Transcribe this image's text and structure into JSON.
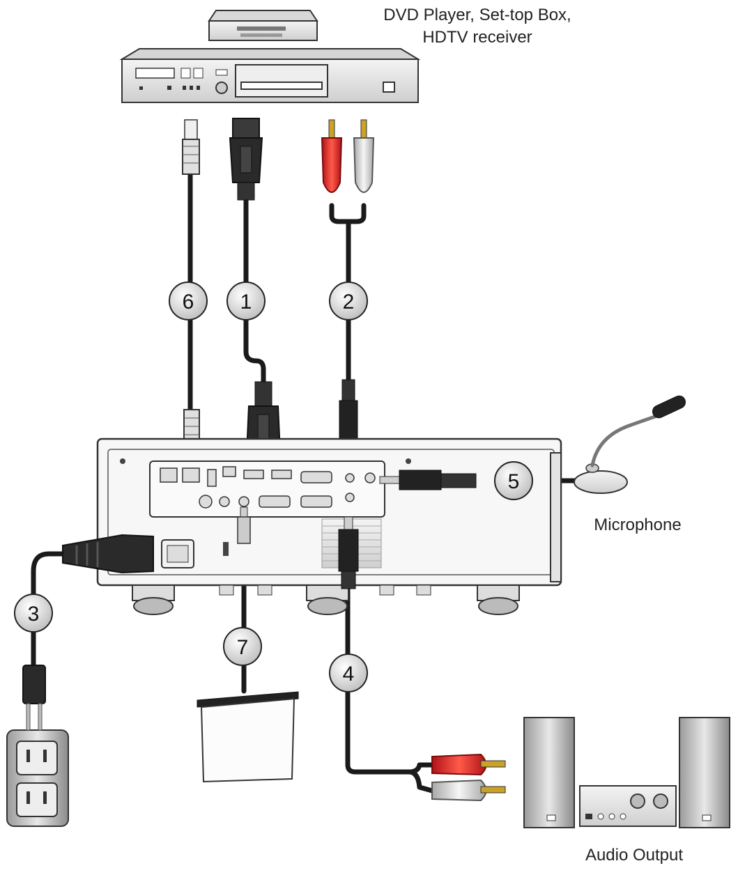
{
  "labels": {
    "source_line1": "DVD Player, Set-top Box,",
    "source_line2": "HDTV receiver",
    "microphone": "Microphone",
    "audio_output": "Audio Output"
  },
  "callouts": [
    "1",
    "2",
    "3",
    "4",
    "5",
    "6",
    "7"
  ],
  "colors": {
    "cable": "#1a1a1a",
    "rca_red": "#e4262b",
    "rca_white": "#d9d9d9",
    "device_body": "#e6e6e6",
    "device_outline": "#333333",
    "callout_fill": "#dcdcdc"
  },
  "icons": [
    "dvd-player-icon",
    "projector-icon",
    "microphone-icon",
    "speaker-system-icon",
    "projection-screen-icon",
    "power-outlet-icon"
  ]
}
